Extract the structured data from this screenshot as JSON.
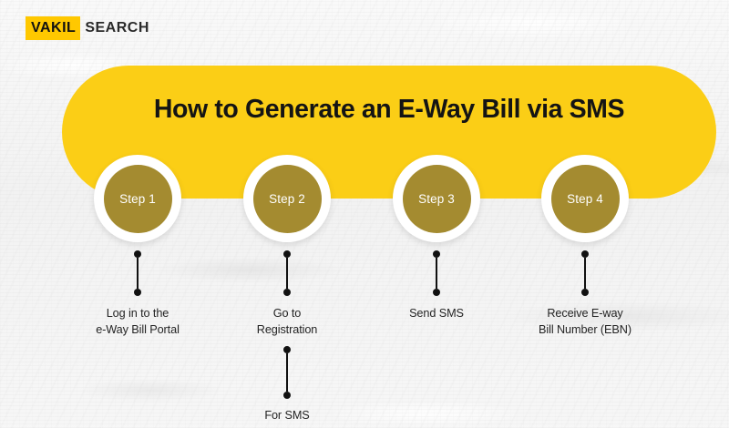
{
  "colors": {
    "banner_yellow": "#FBCE16",
    "logo_yellow": "#FFC800",
    "bubble_gold": "#A48B30",
    "bubble_ring": "#FFFFFF",
    "text_dark": "#141414",
    "caption_text": "#242424",
    "background": "#F6F6F6",
    "connector": "#111111"
  },
  "logo": {
    "mark": "VAKIL",
    "word": "SEARCH"
  },
  "banner": {
    "title": "How to Generate an E-Way Bill via SMS"
  },
  "steps": [
    {
      "badge": "Step 1",
      "caption": "Log in to the\ne-Way Bill Portal",
      "has_sub_branch": false
    },
    {
      "badge": "Step 2",
      "caption": "Go to\nRegistration",
      "has_sub_branch": true,
      "sub_caption": "For SMS"
    },
    {
      "badge": "Step 3",
      "caption": "Send SMS",
      "has_sub_branch": false
    },
    {
      "badge": "Step 4",
      "caption": "Receive E-way\nBill Number (EBN)",
      "has_sub_branch": false
    }
  ]
}
